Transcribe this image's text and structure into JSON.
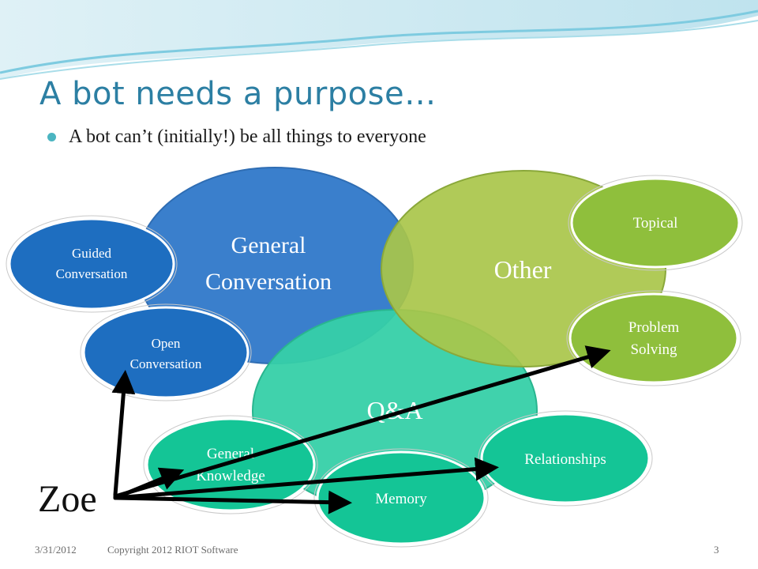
{
  "slide": {
    "title": "A bot needs a purpose…",
    "bullet": "A bot can’t (initially!) be all things to everyone"
  },
  "diagram": {
    "major": {
      "general_conversation": [
        "General",
        "Conversation"
      ],
      "other": "Other",
      "qa": "Q&A"
    },
    "nodes": {
      "guided_conversation": [
        "Guided",
        "Conversation"
      ],
      "open_conversation": [
        "Open",
        "Conversation"
      ],
      "topical": "Topical",
      "problem_solving": [
        "Problem",
        "Solving"
      ],
      "general_knowledge": [
        "General",
        "Knowledge"
      ],
      "relationships": "Relationships",
      "memory": "Memory"
    },
    "actor": "Zoe"
  },
  "footer": {
    "date": "3/31/2012",
    "copyright": "Copyright 2012 RIOT Software",
    "page": "3"
  },
  "colors": {
    "title": "#2c7fa3",
    "general_conversation": "#3a7fcc",
    "other": "#a9c64a",
    "qa": "#36d0a8",
    "dark_blue_node": "#1e6ec0",
    "green_node": "#8fbf3c",
    "teal_node": "#14c596",
    "arrow": "#000000"
  }
}
